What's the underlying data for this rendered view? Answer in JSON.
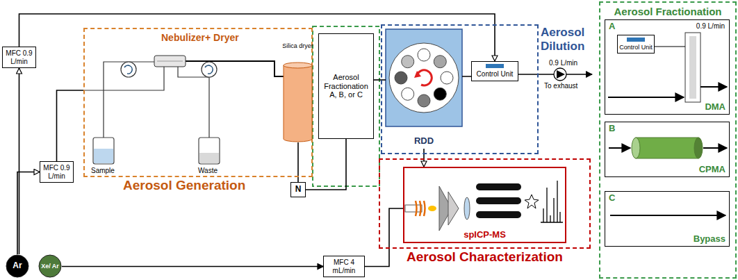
{
  "diagram": {
    "nodes": [
      {
        "text": [
          "MFC 0.9 L/min"
        ]
      },
      {
        "text": [
          "Nebulizer+ Dryer",
          "Aerosol Generation"
        ]
      },
      {
        "text": [
          "Silica dryer"
        ],
        "in": 1
      },
      {
        "text": [
          "MFC 0.9 L/min"
        ]
      },
      {
        "text": [
          "Ar"
        ]
      },
      {
        "text": [
          "Xe/ Ar"
        ]
      },
      {
        "text": [
          "N"
        ]
      },
      {
        "text": [
          "MFC 4 mL/min"
        ]
      },
      {
        "text": [
          "Aerosol Fractionation A, B, or C"
        ]
      },
      {
        "text": [
          "Aerosol Dilution"
        ]
      },
      {
        "text": [
          "RDD"
        ],
        "in": 9
      },
      {
        "text": [
          "Control Unit"
        ],
        "in": 9
      },
      {
        "text": [
          "Aerosol Characterization"
        ]
      },
      {
        "text": [
          "spICP-MS"
        ],
        "in": 12
      },
      {
        "text": [
          "Aerosol Fractionation"
        ]
      },
      {
        "text": [
          "A",
          "0.9 L/min",
          "DMA"
        ],
        "in": 14
      },
      {
        "text": [
          "Control Unit"
        ],
        "in": 15
      },
      {
        "text": [
          "B",
          "CPMA"
        ],
        "in": 14
      },
      {
        "text": [
          "C",
          "Bypass"
        ],
        "in": 14
      }
    ],
    "edges": [
      {
        "from": 4,
        "to": 0,
        "arrow": "to"
      },
      {
        "from": 4,
        "to": 3,
        "arrow": "to"
      },
      {
        "from": 3,
        "to": 1,
        "arrow": "none"
      },
      {
        "from": 0,
        "to": 11,
        "arrow": "to"
      },
      {
        "from": 2,
        "to": 6,
        "arrow": "none"
      },
      {
        "from": 6,
        "to": 8,
        "arrow": "none"
      },
      {
        "from": 8,
        "to": 10,
        "arrow": "none"
      },
      {
        "from": 10,
        "to": 13,
        "arrow": "to"
      },
      {
        "from": 5,
        "to": 7,
        "arrow": "to"
      },
      {
        "from": 7,
        "to": 13,
        "arrow": "none"
      }
    ],
    "labels": [
      "Sample",
      "Waste",
      "0.9 L/min",
      "To exhaust"
    ]
  }
}
